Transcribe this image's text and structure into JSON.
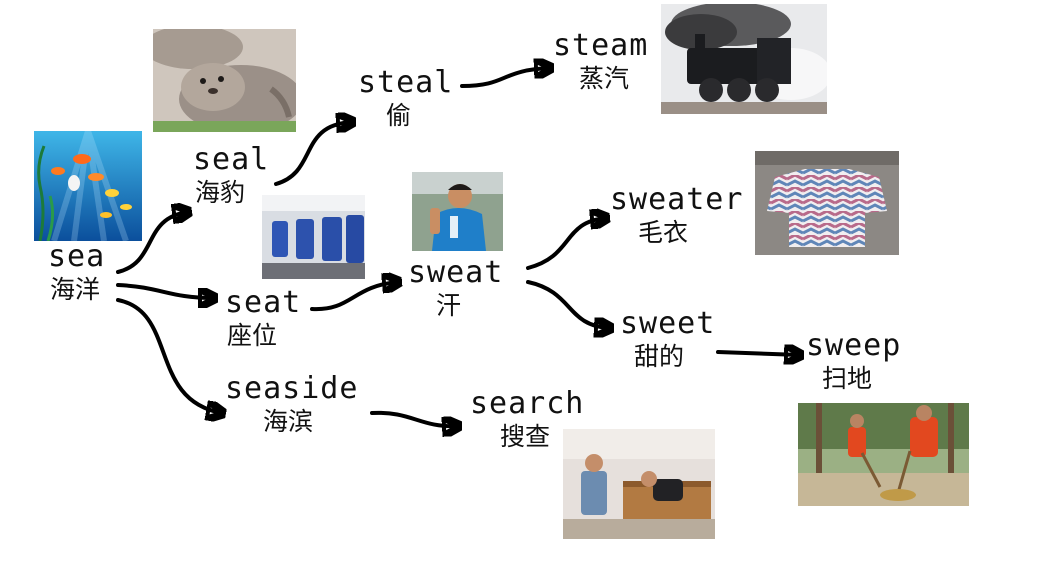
{
  "words": {
    "sea": {
      "en": "sea",
      "zh": "海洋"
    },
    "seal": {
      "en": "seal",
      "zh": "海豹"
    },
    "seat": {
      "en": "seat",
      "zh": "座位"
    },
    "seaside": {
      "en": "seaside",
      "zh": "海滨"
    },
    "steal": {
      "en": "steal",
      "zh": "偷"
    },
    "steam": {
      "en": "steam",
      "zh": "蒸汽"
    },
    "sweat": {
      "en": "sweat",
      "zh": "汗"
    },
    "sweater": {
      "en": "sweater",
      "zh": "毛衣"
    },
    "sweet": {
      "en": "sweet",
      "zh": "甜的"
    },
    "sweep": {
      "en": "sweep",
      "zh": "扫地"
    },
    "search": {
      "en": "search",
      "zh": "搜查"
    }
  },
  "edges": [
    [
      "sea",
      "seal"
    ],
    [
      "sea",
      "seat"
    ],
    [
      "sea",
      "seaside"
    ],
    [
      "seal",
      "steal"
    ],
    [
      "steal",
      "steam"
    ],
    [
      "seat",
      "sweat"
    ],
    [
      "sweat",
      "sweater"
    ],
    [
      "sweat",
      "sweet"
    ],
    [
      "sweet",
      "sweep"
    ],
    [
      "seaside",
      "search"
    ]
  ],
  "colors": {
    "text": "#111111",
    "arrow": "#000000",
    "background": "#ffffff"
  }
}
